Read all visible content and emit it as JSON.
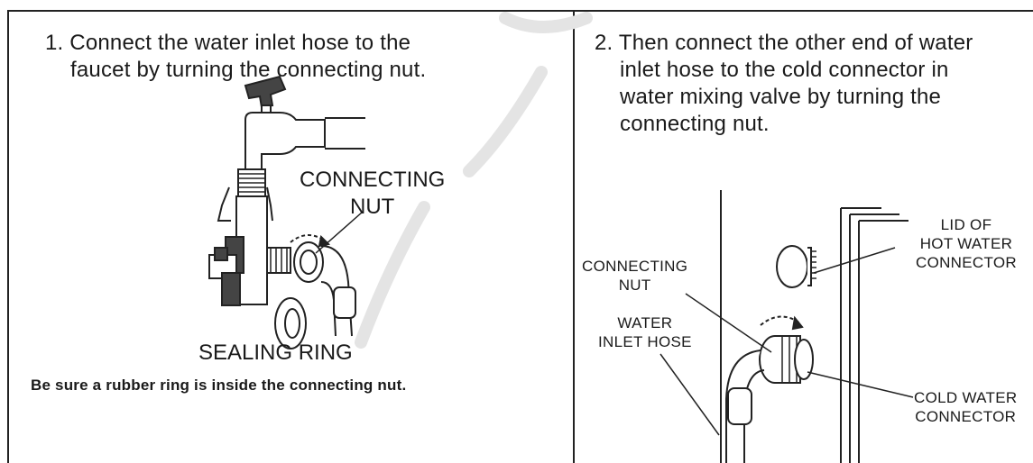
{
  "left_panel": {
    "step_lines": [
      "1. Connect the water inlet hose to the",
      "faucet by turning the connecting nut."
    ],
    "connecting_nut_lines": [
      "CONNECTING",
      "NUT"
    ],
    "sealing_ring": "SEALING RING",
    "note": "Be sure a rubber ring is inside the connecting nut."
  },
  "right_panel": {
    "step_lines": [
      "2. Then connect the other end of water",
      "inlet hose to the cold connector in",
      "water mixing valve  by turning the",
      "connecting nut."
    ],
    "connecting_nut_lines": [
      "CONNECTING",
      "NUT"
    ],
    "water_inlet_hose_lines": [
      "WATER",
      "INLET HOSE"
    ],
    "lid_lines": [
      "LID OF",
      "HOT WATER",
      "CONNECTOR"
    ],
    "cold_water_lines": [
      "COLD WATER",
      "CONNECTOR"
    ]
  }
}
